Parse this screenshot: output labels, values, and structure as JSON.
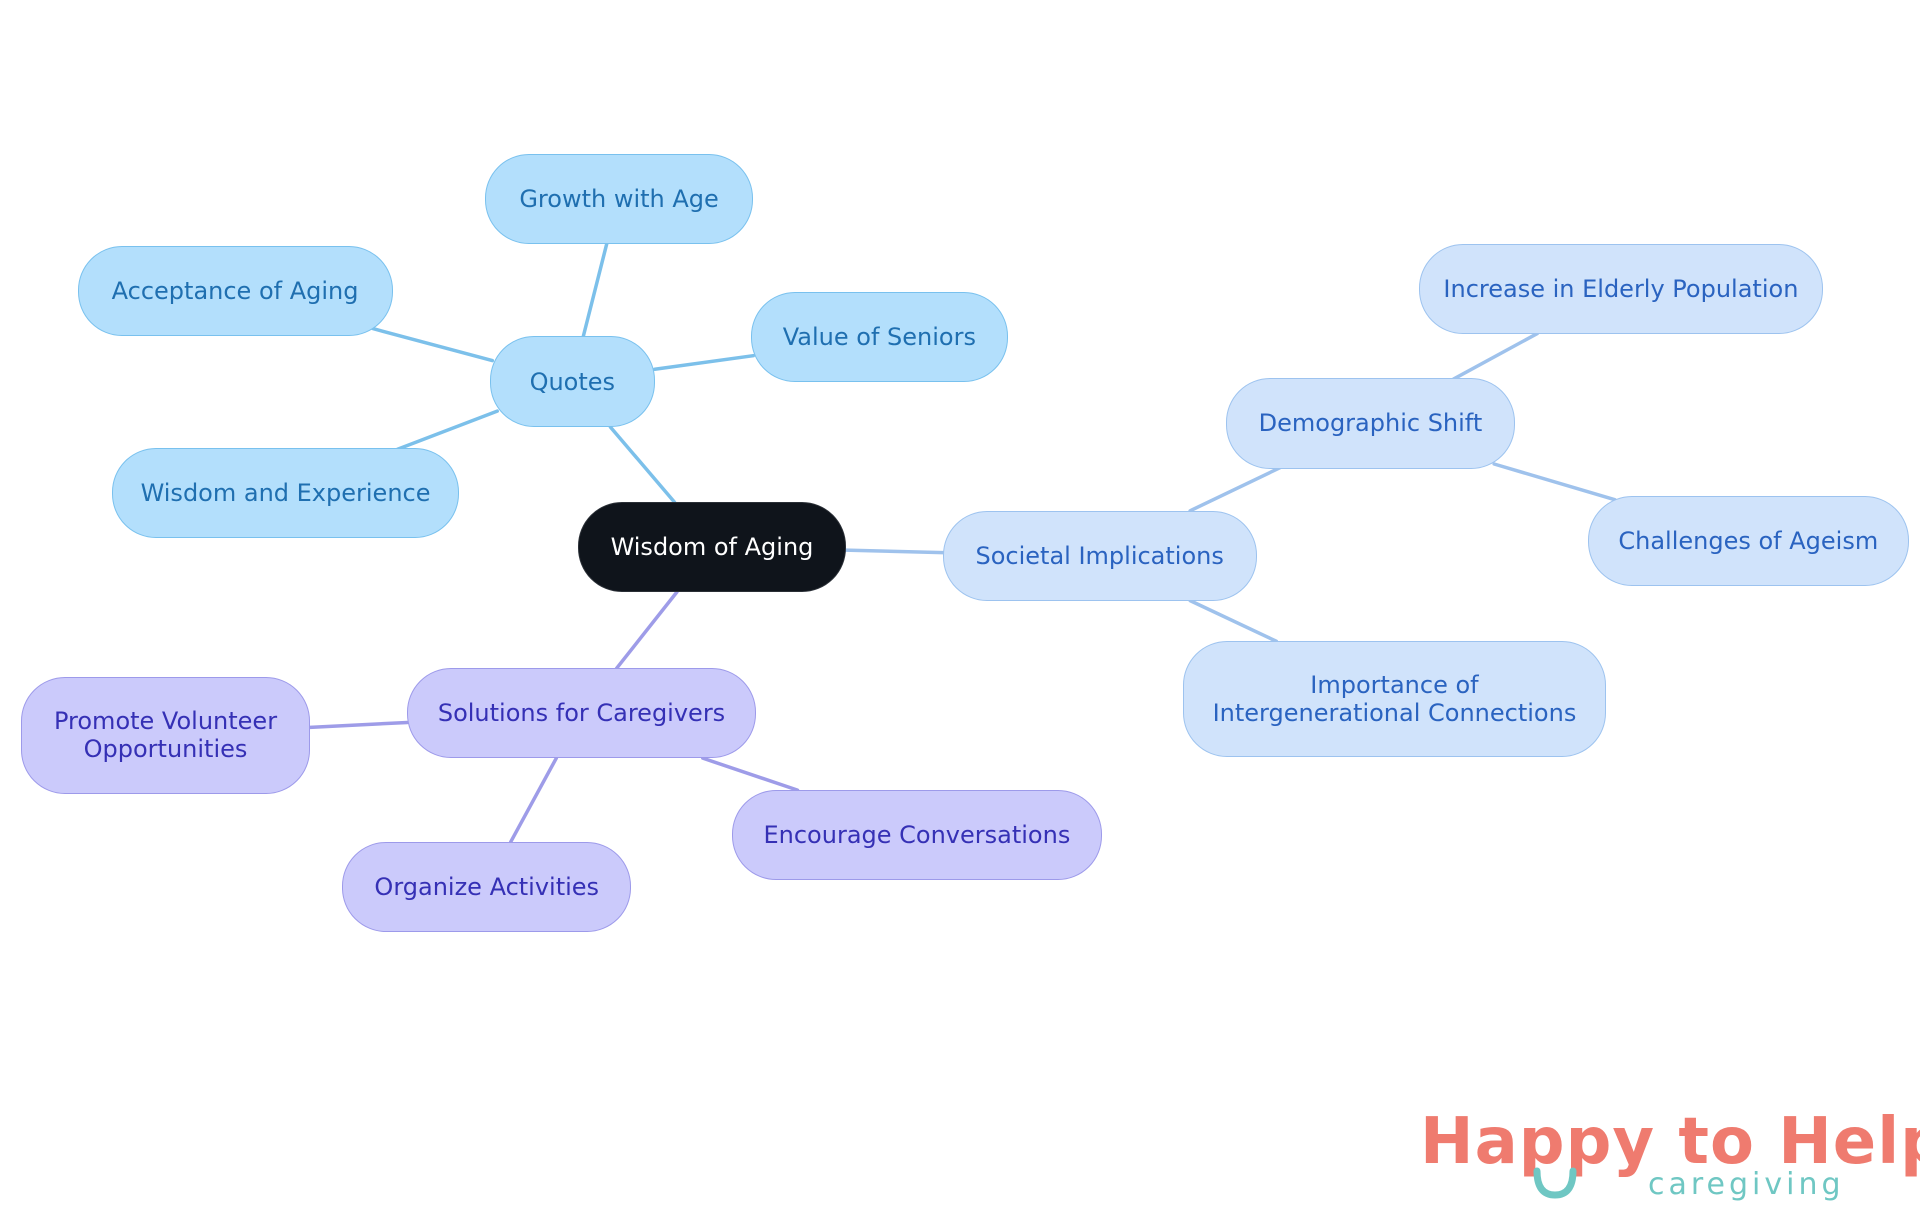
{
  "root": {
    "label": "Wisdom of Aging"
  },
  "branches": [
    {
      "key": "quotes",
      "label": "Quotes",
      "theme": "t-quotes",
      "color": "#7cc0ea",
      "children": [
        {
          "key": "growth",
          "label": "Growth with Age"
        },
        {
          "key": "acceptance",
          "label": "Acceptance of Aging"
        },
        {
          "key": "value",
          "label": "Value of Seniors"
        },
        {
          "key": "wisdom-exp",
          "label": "Wisdom and Experience"
        }
      ]
    },
    {
      "key": "societal",
      "label": "Societal Implications",
      "theme": "t-soc",
      "color": "#9fc2ec",
      "children": [
        {
          "key": "demographic",
          "label": "Demographic Shift",
          "children": [
            {
              "key": "elderly",
              "label": "Increase in Elderly Population"
            },
            {
              "key": "ageism",
              "label": "Challenges of Ageism"
            }
          ]
        },
        {
          "key": "intergen",
          "label": "Importance of\nIntergenerational Connections"
        }
      ]
    },
    {
      "key": "solutions",
      "label": "Solutions for Caregivers",
      "theme": "t-sol",
      "color": "#9e9ce8",
      "children": [
        {
          "key": "volunteer",
          "label": "Promote Volunteer\nOpportunities"
        },
        {
          "key": "conversations",
          "label": "Encourage Conversations"
        },
        {
          "key": "activities",
          "label": "Organize Activities"
        }
      ]
    }
  ],
  "logo": {
    "title": "Happy to Help",
    "subtitle": "caregiving",
    "title_color": "#ef7b6f",
    "accent_color": "#6fc7c3"
  }
}
